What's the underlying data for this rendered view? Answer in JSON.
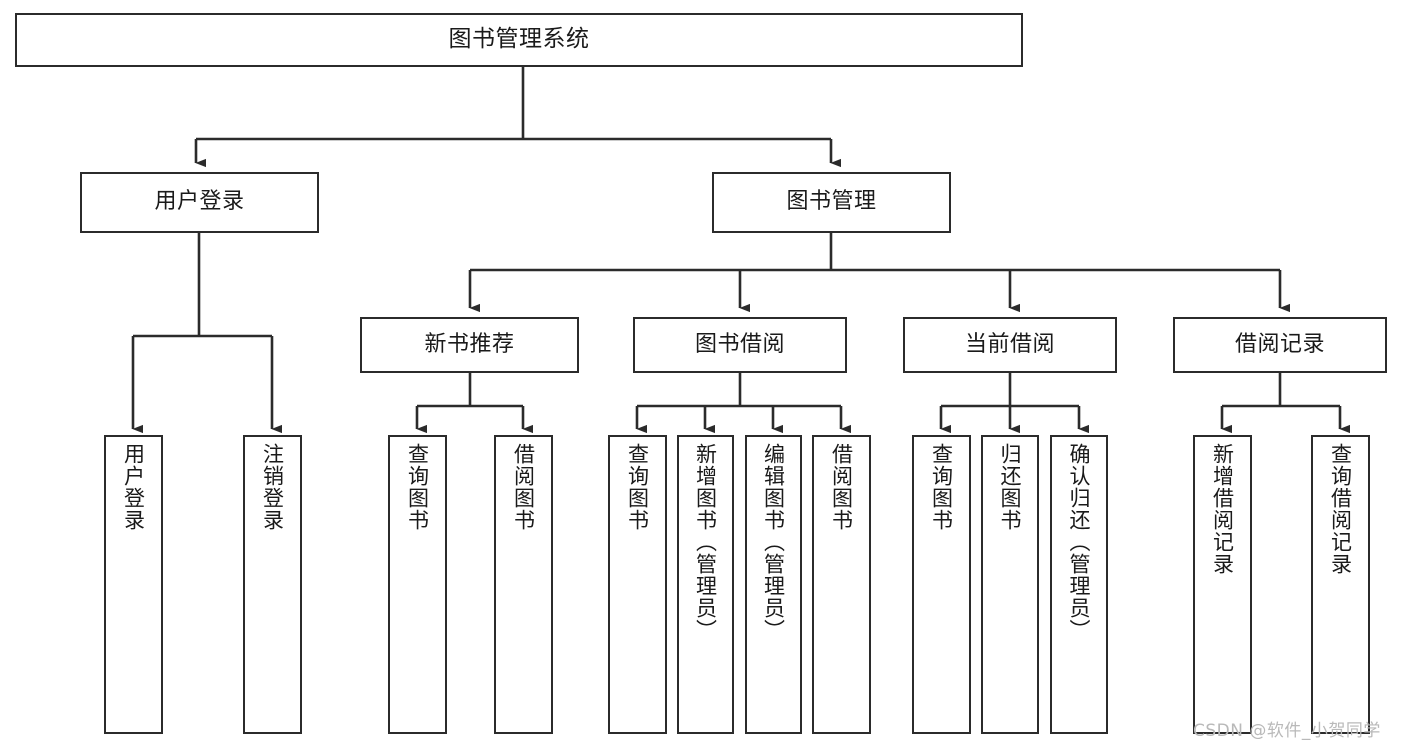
{
  "diagram": {
    "title": "图书管理系统",
    "type": "功能结构图",
    "colors": {
      "box_border": "#2b2b2b",
      "box_fill": "#ffffff",
      "connector": "#333333",
      "text": "#1a1a1a",
      "watermark": "#b9b9b9",
      "background": "#ffffff"
    },
    "root": {
      "label": "图书管理系统"
    },
    "level2": [
      {
        "id": "user-login",
        "label": "用户登录"
      },
      {
        "id": "book-management",
        "label": "图书管理"
      }
    ],
    "level3": [
      {
        "id": "new-book-recommend",
        "label": "新书推荐",
        "parent": "book-management"
      },
      {
        "id": "book-borrow",
        "label": "图书借阅",
        "parent": "book-management"
      },
      {
        "id": "current-borrow",
        "label": "当前借阅",
        "parent": "book-management"
      },
      {
        "id": "borrow-record",
        "label": "借阅记录",
        "parent": "book-management"
      }
    ],
    "leaves": {
      "user-login": [
        {
          "id": "leaf-user-login",
          "label": "用户登录"
        },
        {
          "id": "leaf-user-logout",
          "label": "注销登录"
        }
      ],
      "new-book-recommend": [
        {
          "id": "leaf-query-book-1",
          "label": "查询图书"
        },
        {
          "id": "leaf-borrow-book-1",
          "label": "借阅图书"
        }
      ],
      "book-borrow": [
        {
          "id": "leaf-query-book-2",
          "label": "查询图书"
        },
        {
          "id": "leaf-add-book",
          "label": "新增图书（管理员）"
        },
        {
          "id": "leaf-edit-book",
          "label": "编辑图书（管理员）"
        },
        {
          "id": "leaf-borrow-book-2",
          "label": "借阅图书"
        }
      ],
      "current-borrow": [
        {
          "id": "leaf-query-book-3",
          "label": "查询图书"
        },
        {
          "id": "leaf-return-book",
          "label": "归还图书"
        },
        {
          "id": "leaf-confirm-return",
          "label": "确认归还（管理员）"
        }
      ],
      "borrow-record": [
        {
          "id": "leaf-add-record",
          "label": "新增借阅记录"
        },
        {
          "id": "leaf-query-record",
          "label": "查询借阅记录"
        }
      ]
    },
    "watermark": "CSDN @软件_小贺同学"
  }
}
